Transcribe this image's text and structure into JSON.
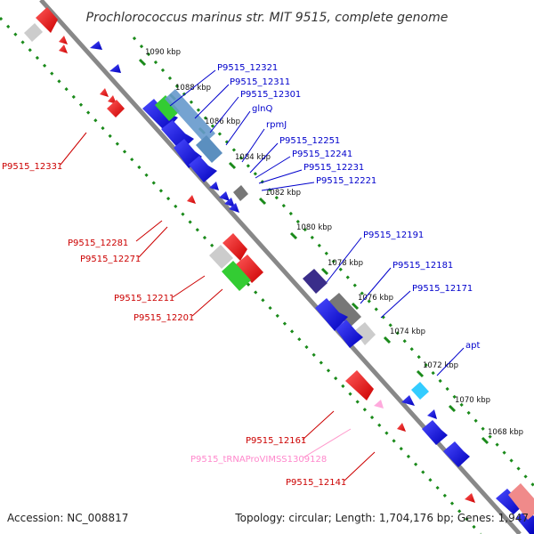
{
  "title": "Prochlorococcus marinus str. MIT 9515, complete genome",
  "footer": {
    "accession": "Accession: NC_008817",
    "topology": "Topology: circular; Length: 1,704,176 bp; Genes: 1,947"
  },
  "colors": {
    "forward": "#1010e0",
    "reverse": "#ff0000",
    "backbone": "#888888",
    "ticks": "#1a8a1a",
    "blue_label": "#0000cc",
    "red_label": "#cc0000",
    "trna_label": "#ff88cc"
  },
  "ticks": [
    "1090 kbp",
    "1088 kbp",
    "1086 kbp",
    "1084 kbp",
    "1082 kbp",
    "1080 kbp",
    "1078 kbp",
    "1076 kbp",
    "1074 kbp",
    "1072 kbp",
    "1070 kbp",
    "1068 kbp"
  ],
  "labels_forward": [
    "P9515_12321",
    "P9515_12311",
    "P9515_12301",
    "glnQ",
    "rpmJ",
    "P9515_12251",
    "P9515_12241",
    "P9515_12231",
    "P9515_12221",
    "P9515_12191",
    "P9515_12181",
    "P9515_12171",
    "apt"
  ],
  "labels_reverse": [
    "P9515_12331",
    "P9515_12281",
    "P9515_12271",
    "P9515_12211",
    "P9515_12201",
    "P9515_12161",
    "P9515_tRNAProVIMSS1309128",
    "P9515_12141"
  ]
}
